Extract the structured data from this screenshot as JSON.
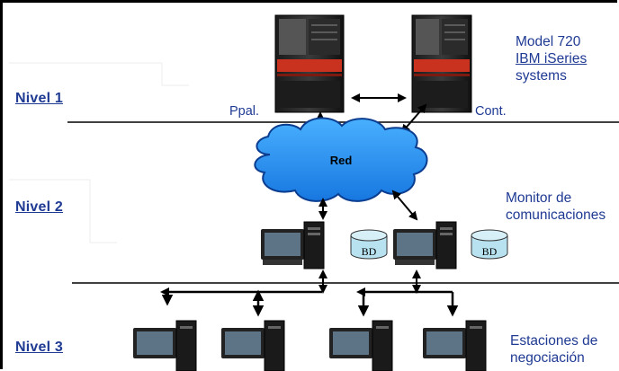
{
  "levels": {
    "nivel1": "Nivel 1",
    "nivel2": "Nivel 2",
    "nivel3": "Nivel 3"
  },
  "servers": {
    "primary_label": "Ppal.",
    "secondary_label": "Cont.",
    "caption_line1": "Model 720",
    "caption_line2": "IBM iSeries",
    "caption_line3": "systems"
  },
  "network": {
    "cloud_label": "Red"
  },
  "monitor": {
    "caption_line1": "Monitor de",
    "caption_line2": "comunicaciones",
    "db_left": "BD",
    "db_right": "BD"
  },
  "stations": {
    "caption_line1": "Estaciones de",
    "caption_line2": "negociación"
  },
  "colors": {
    "text_blue": "#1f3a93",
    "cloud_fill": "#1e90ff",
    "db_fill": "#b8e2f0",
    "server_red": "#c8321e"
  }
}
